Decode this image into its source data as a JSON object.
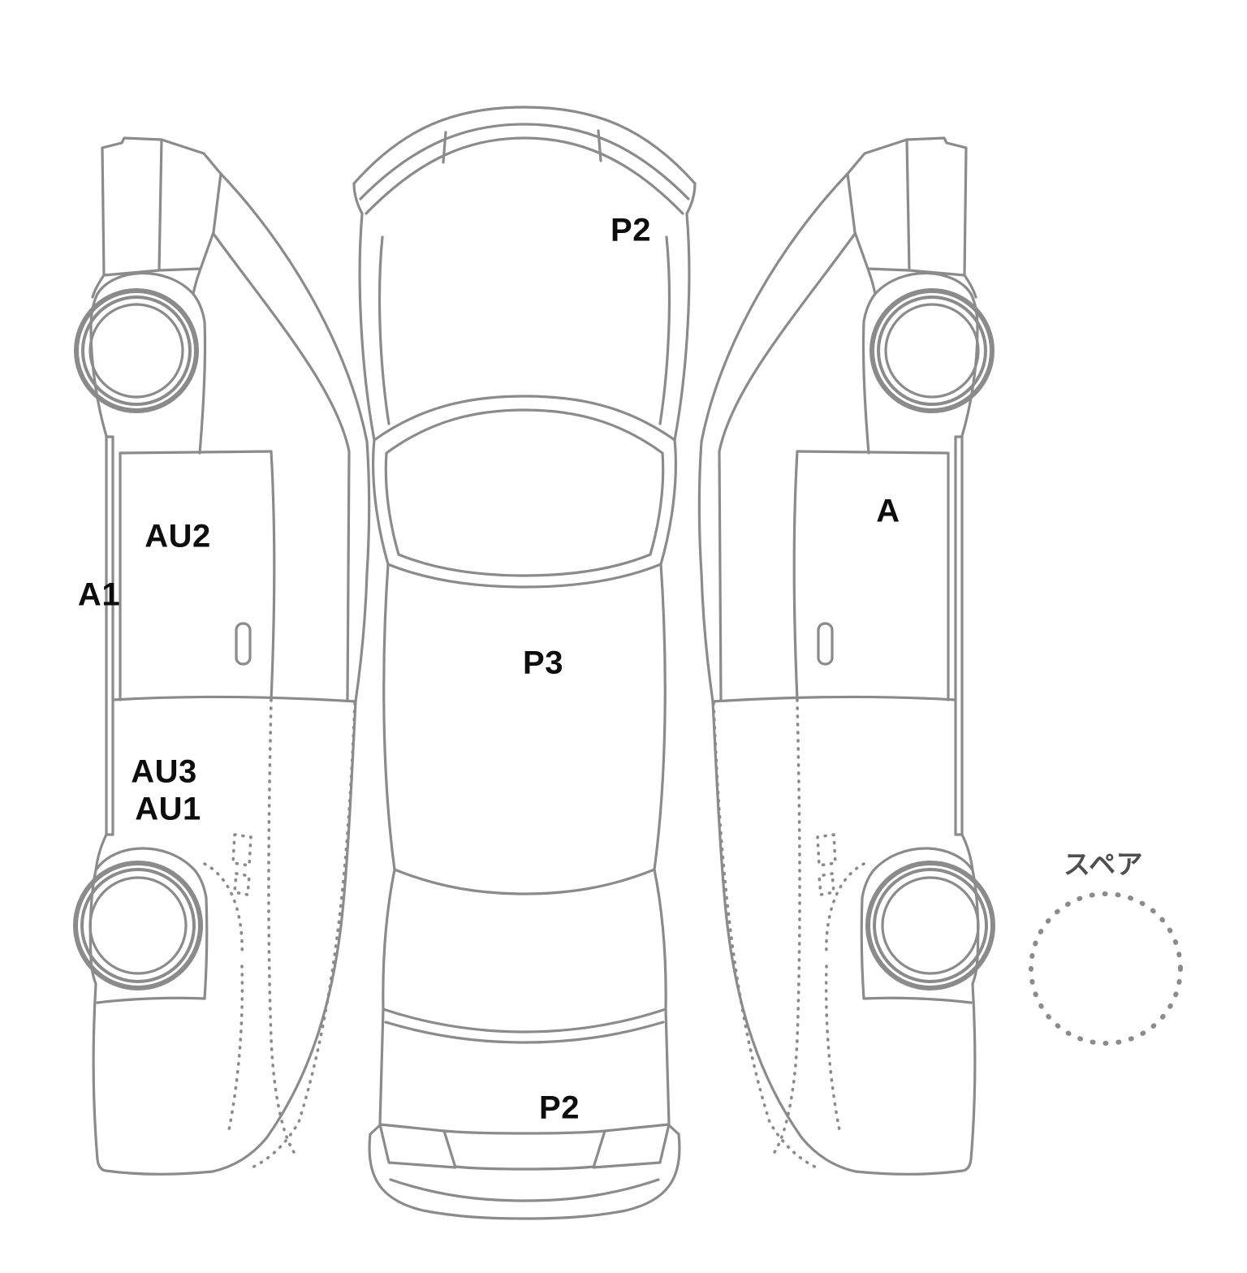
{
  "diagram": {
    "name": "vehicle-inspection-damage-diagram",
    "stroke_color": "#8b8b8b",
    "label_color": "#0d0d0d",
    "spare_label_color": "#4f4f4f",
    "views": [
      "left-side-view",
      "top-view",
      "right-side-view",
      "spare-tire"
    ],
    "labels": {
      "p2_front": "P2",
      "a_right": "A",
      "au2": "AU2",
      "a1": "A1",
      "p3": "P3",
      "au3": "AU3",
      "au1": "AU1",
      "p2_rear": "P2",
      "spare": "スペア"
    }
  }
}
